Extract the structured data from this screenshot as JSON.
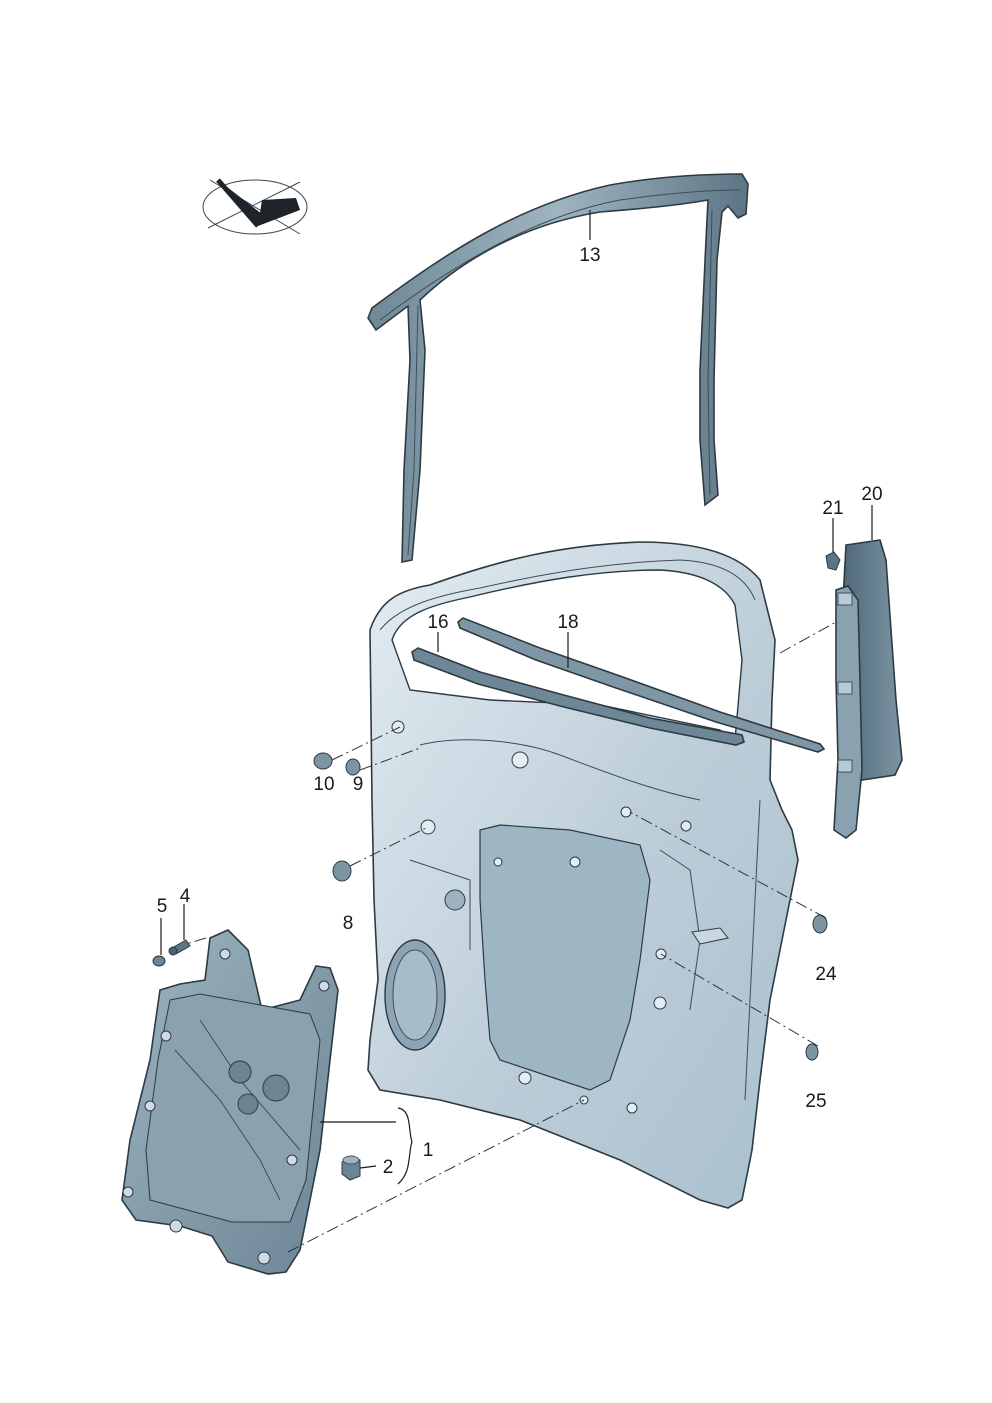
{
  "diagram": {
    "callouts": [
      {
        "id": "1",
        "label": "1"
      },
      {
        "id": "2",
        "label": "2"
      },
      {
        "id": "4",
        "label": "4"
      },
      {
        "id": "5",
        "label": "5"
      },
      {
        "id": "8",
        "label": "8"
      },
      {
        "id": "9",
        "label": "9"
      },
      {
        "id": "10",
        "label": "10"
      },
      {
        "id": "13",
        "label": "13"
      },
      {
        "id": "16",
        "label": "16"
      },
      {
        "id": "18",
        "label": "18"
      },
      {
        "id": "20",
        "label": "20"
      },
      {
        "id": "21",
        "label": "21"
      },
      {
        "id": "24",
        "label": "24"
      },
      {
        "id": "25",
        "label": "25"
      }
    ],
    "colors": {
      "door_fill": "#b9cbd6",
      "door_light": "#dfe9ef",
      "door_shadow": "#8ea6b5",
      "part_dark": "#5f7886",
      "part_mid": "#8aa2b0",
      "outline": "#2c3a44"
    },
    "orientation_icon": "view-direction-arrow-icon"
  }
}
